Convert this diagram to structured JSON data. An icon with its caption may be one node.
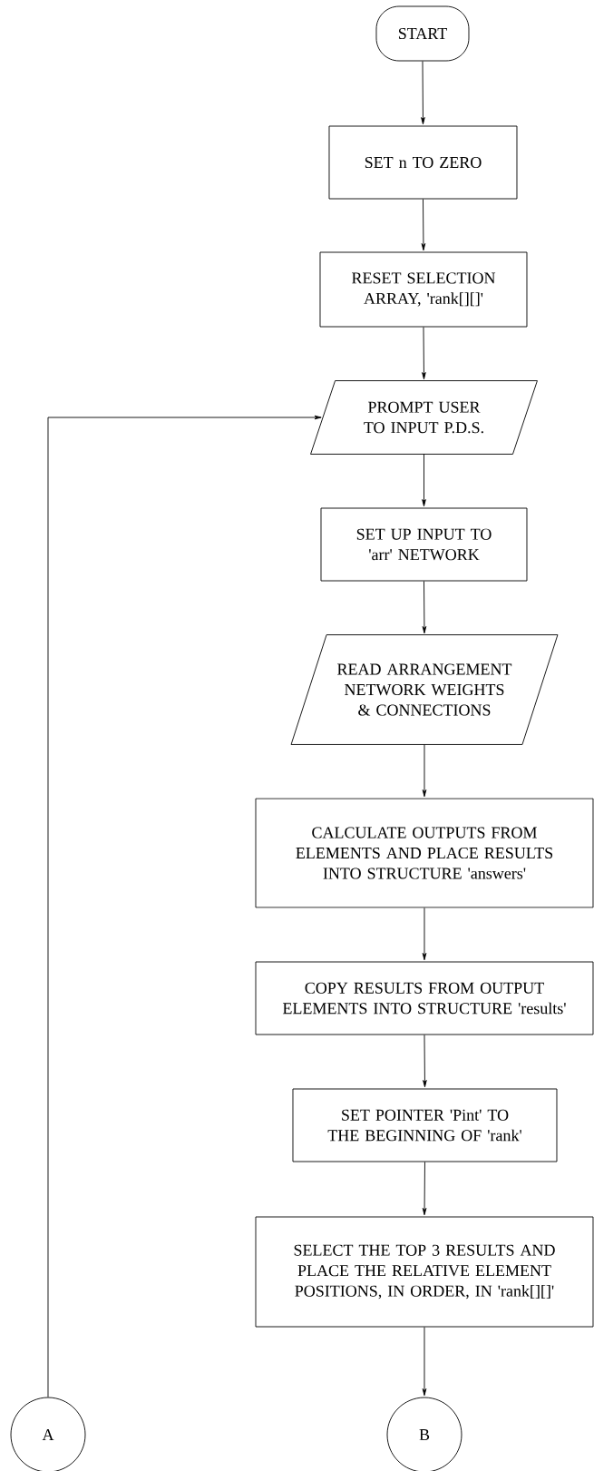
{
  "diagram": {
    "nodes": [
      {
        "text": [
          "START"
        ]
      },
      {
        "text": [
          "SET n TO ZERO"
        ]
      },
      {
        "text": [
          "RESET SELECTION ARRAY, 'rank[][]'"
        ]
      },
      {
        "text": [
          "PROMPT USER TO INPUT P.D.S."
        ]
      },
      {
        "text": [
          "SET UP INPUT TO 'arr' NETWORK"
        ]
      },
      {
        "text": [
          "READ ARRANGEMENT NETWORK WEIGHTS & CONNECTIONS"
        ]
      },
      {
        "text": [
          "CALCULATE OUTPUTS FROM ELEMENTS AND PLACE RESULTS INTO STRUCTURE 'answers'"
        ]
      },
      {
        "text": [
          "COPY RESULTS FROM OUTPUT ELEMENTS INTO STRUCTURE 'results'"
        ]
      },
      {
        "text": [
          "SET POINTER 'Pint' TO THE BEGINNING OF 'rank'"
        ]
      },
      {
        "text": [
          "SELECT THE TOP 3 RESULTS AND PLACE THE RELATIVE ELEMENT POSITIONS, IN ORDER, IN 'rank[][]'"
        ]
      },
      {
        "text": [
          "A"
        ]
      },
      {
        "text": [
          "B"
        ]
      }
    ],
    "edges": [
      {
        "from": 0,
        "to": 1,
        "arrow": "to"
      },
      {
        "from": 1,
        "to": 2,
        "arrow": "to"
      },
      {
        "from": 2,
        "to": 3,
        "arrow": "to"
      },
      {
        "from": 3,
        "to": 4,
        "arrow": "to"
      },
      {
        "from": 4,
        "to": 5,
        "arrow": "to"
      },
      {
        "from": 5,
        "to": 6,
        "arrow": "to"
      },
      {
        "from": 6,
        "to": 7,
        "arrow": "to"
      },
      {
        "from": 7,
        "to": 8,
        "arrow": "to"
      },
      {
        "from": 8,
        "to": 9,
        "arrow": "to"
      },
      {
        "from": 9,
        "to": 11,
        "arrow": "to"
      },
      {
        "from": 10,
        "to": 3,
        "arrow": "to"
      }
    ]
  }
}
